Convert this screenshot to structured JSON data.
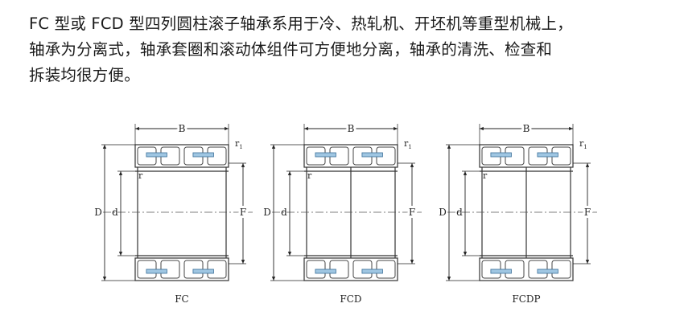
{
  "intro": {
    "lines": [
      "FC 型或 FCD 型四列圆柱滚子轴承系用于冷、热轧机、开坯机等重型机械上，",
      "轴承为分离式，轴承套圈和滚动体组件可方便地分离，轴承的清洗、检查和",
      "拆装均很方便。"
    ]
  },
  "labels": {
    "width": "B",
    "outer_diameter": "D",
    "bore_diameter": "d",
    "raceway_diameter": "F",
    "chamfer_outer": "r1",
    "chamfer_inner": "r"
  },
  "bearings": [
    {
      "caption": "FC",
      "inner_ring_halves": 1
    },
    {
      "caption": "FCD",
      "inner_ring_halves": 2
    },
    {
      "caption": "FCDP",
      "inner_ring_halves": 2
    }
  ]
}
